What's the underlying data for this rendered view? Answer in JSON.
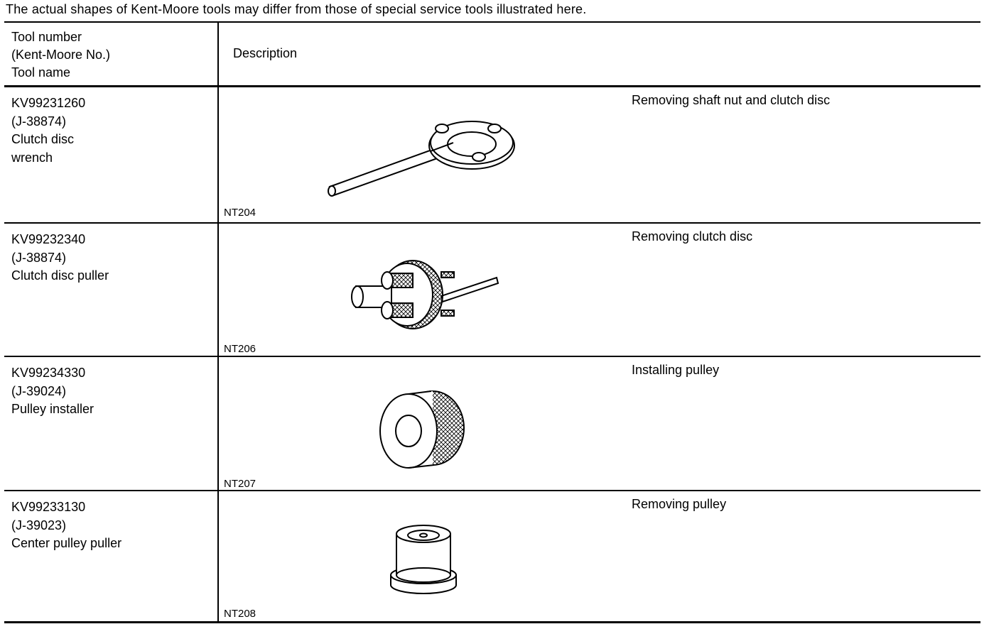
{
  "note": "The actual shapes of Kent-Moore tools may differ from those of special service tools illustrated here.",
  "header": {
    "col1_lines": [
      "Tool number",
      "(Kent-Moore No.)",
      "Tool name"
    ],
    "col2": "Description"
  },
  "tools": [
    {
      "number": "KV99231260",
      "kent_moore": "(J-38874)",
      "name_lines": [
        "Clutch disc",
        "wrench"
      ],
      "ref": "NT204",
      "description": "Removing shaft nut and clutch disc",
      "icon": "clutch-disc-wrench-illustration"
    },
    {
      "number": "KV99232340",
      "kent_moore": "(J-38874)",
      "name_lines": [
        "Clutch disc puller"
      ],
      "ref": "NT206",
      "description": "Removing clutch disc",
      "icon": "clutch-disc-puller-illustration"
    },
    {
      "number": "KV99234330",
      "kent_moore": "(J-39024)",
      "name_lines": [
        "Pulley installer"
      ],
      "ref": "NT207",
      "description": "Installing pulley",
      "icon": "pulley-installer-illustration"
    },
    {
      "number": "KV99233130",
      "kent_moore": "(J-39023)",
      "name_lines": [
        "Center pulley puller"
      ],
      "ref": "NT208",
      "description": "Removing pulley",
      "icon": "center-pulley-puller-illustration"
    }
  ]
}
